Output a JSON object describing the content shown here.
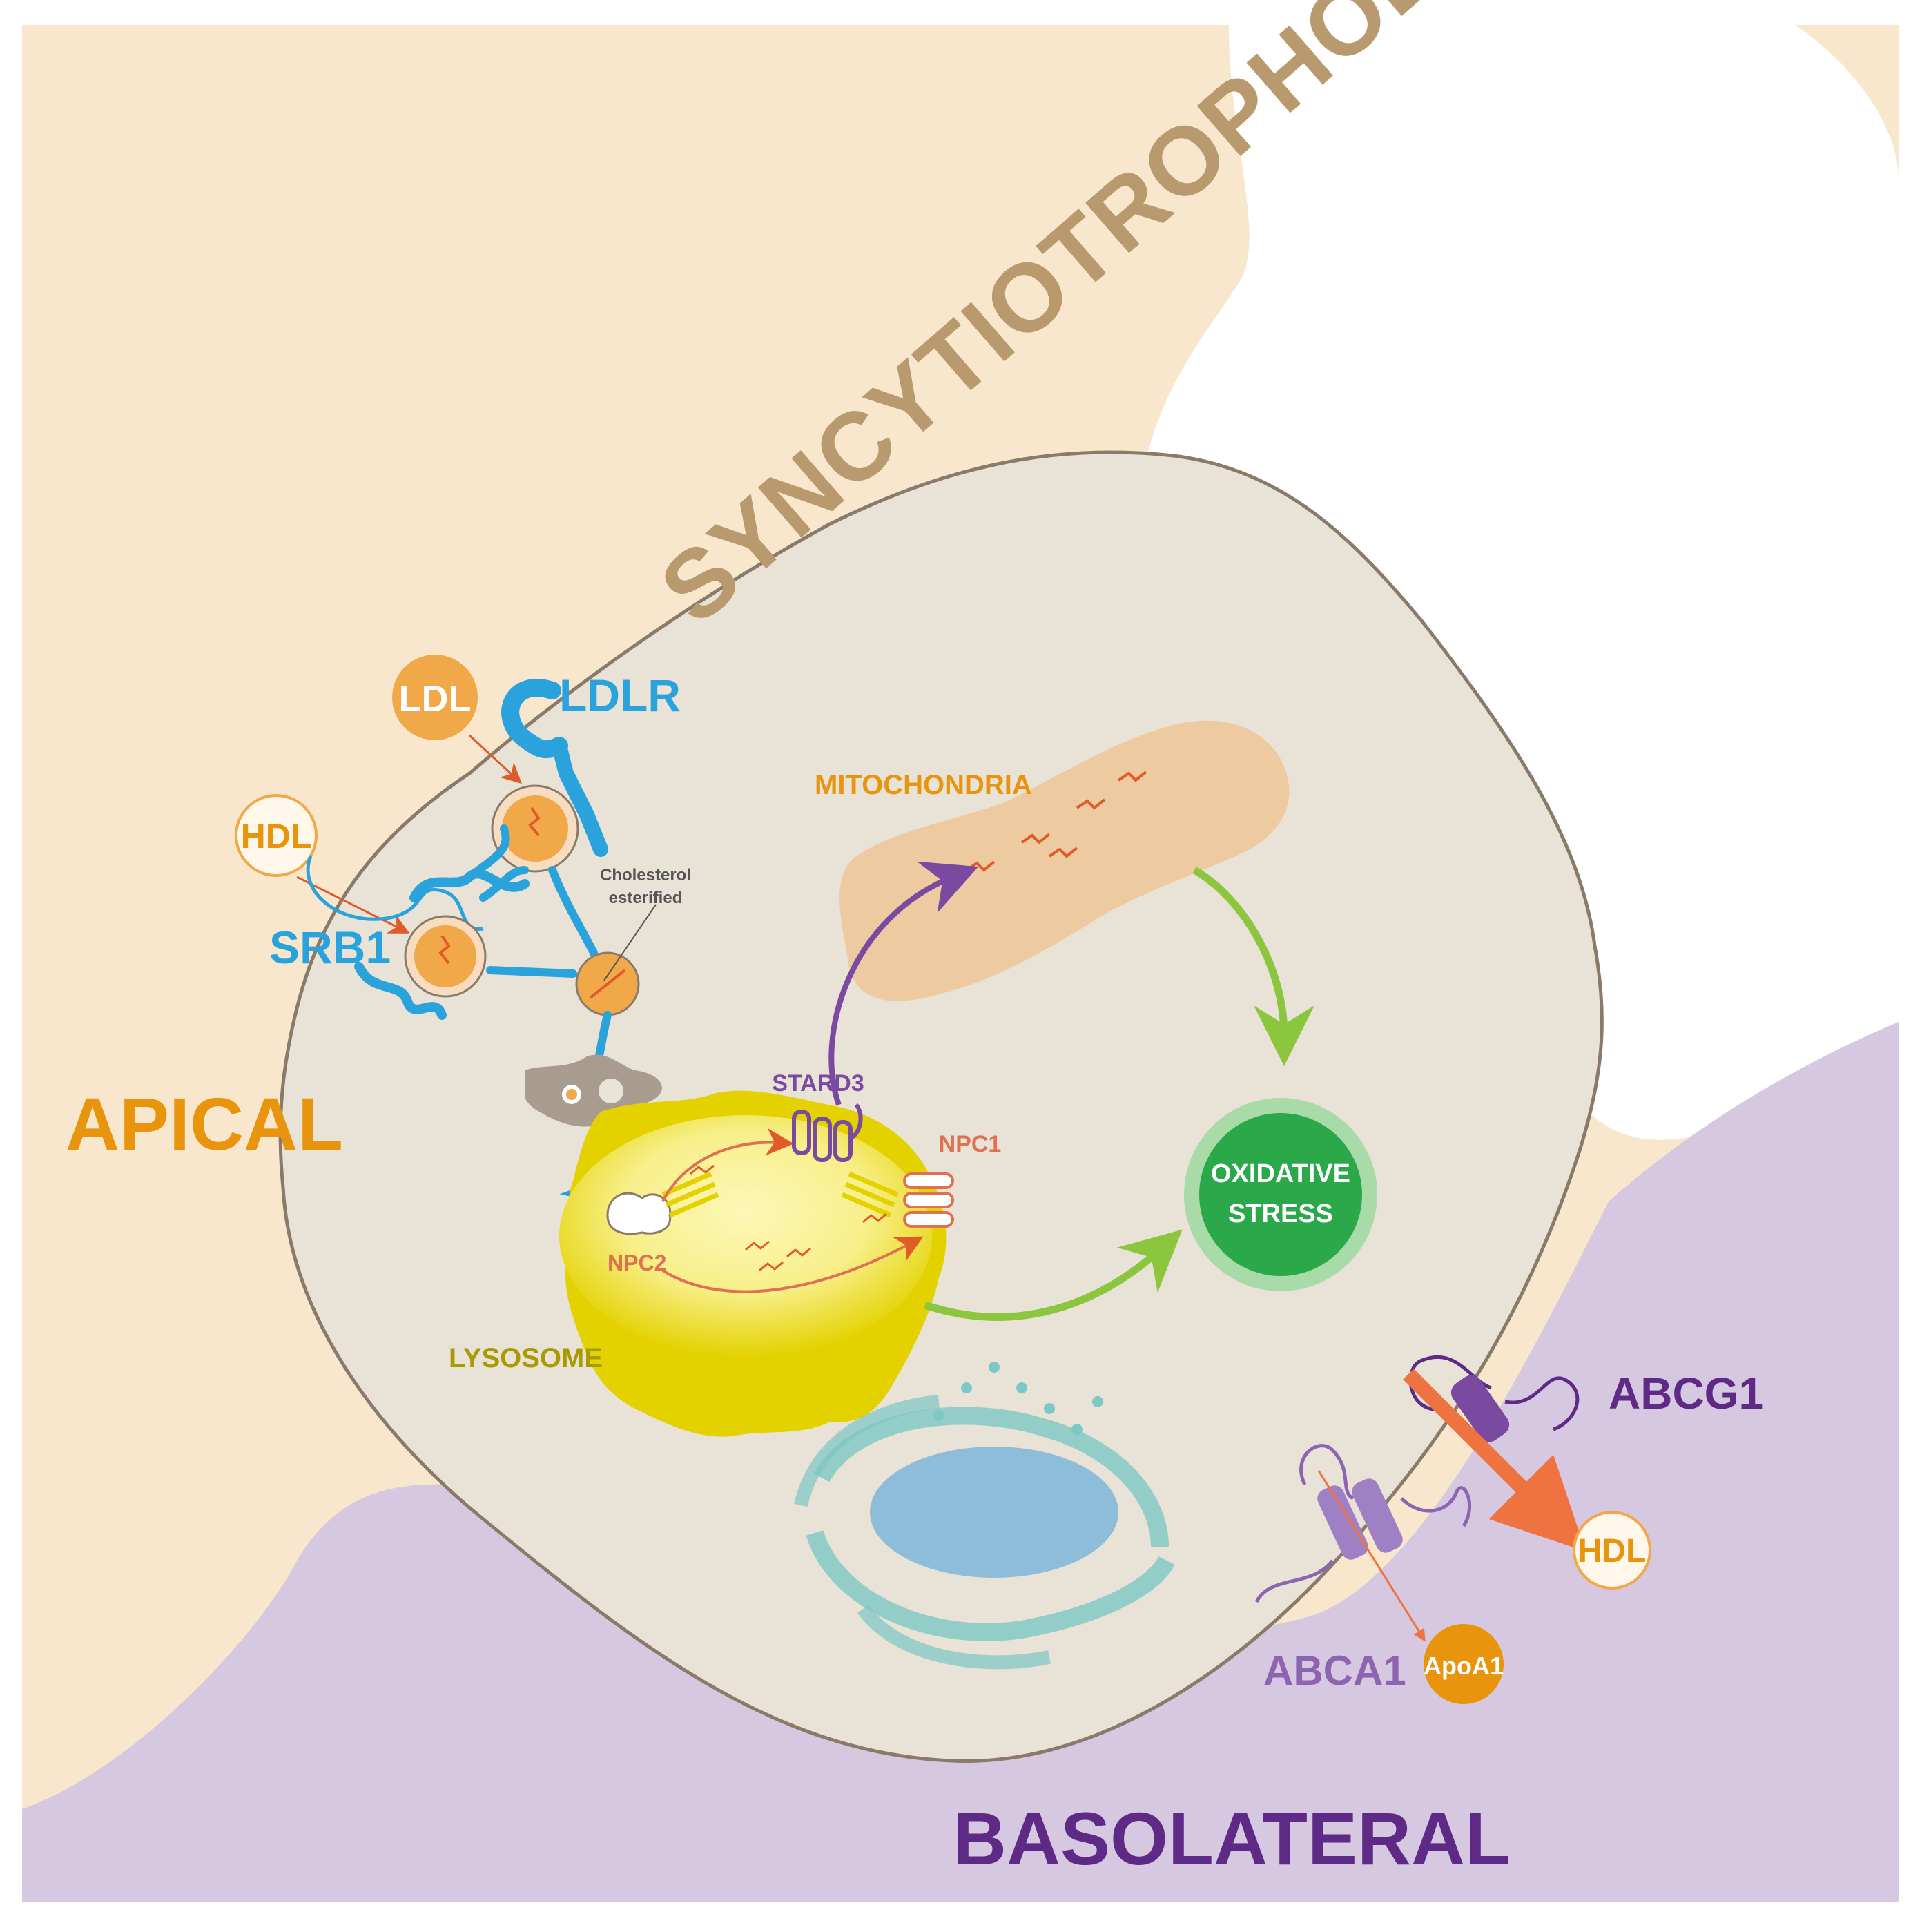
{
  "title": "SYNCYTIOTROPHOBLAST CELL",
  "regions": {
    "apical": "APICAL",
    "basolateral": "BASOLATERAL"
  },
  "organelles": {
    "mitochondria": "MITOCHONDRIA",
    "lysosome": "LYSOSOME",
    "oxidative_stress_line1": "OXIDATIVE",
    "oxidative_stress_line2": "STRESS"
  },
  "receptors": {
    "ldlr": "LDLR",
    "srb1": "SRB1",
    "stard3": "STARD3",
    "npc1": "NPC1",
    "npc2": "NPC2",
    "abcg1": "ABCG1",
    "abca1": "ABCA1"
  },
  "lipoproteins": {
    "ldl": "LDL",
    "hdl_apical": "HDL",
    "hdl_basolateral": "HDL",
    "apoa1": "ApoA1"
  },
  "annotations": {
    "cholesterol_line1": "Cholesterol",
    "cholesterol_line2": "esterified"
  },
  "colors": {
    "apical_bg": "#f9e7cd",
    "basolateral_bg": "#d5c8e0",
    "cell_fill": "#e9e2d6",
    "cell_outline": "#8a7a6a",
    "title": "#b89a6e",
    "apical_text": "#e8940c",
    "basolateral_text": "#5e2a86",
    "receptor_blue": "#2aa3dc",
    "lipoprotein_orange": "#f0a848",
    "cholesterol_red": "#e05a2a",
    "transporter_purple": "#7a4aa0",
    "abca1_text": "#8c64b0",
    "lysosome_yellow": "#e3d200",
    "mitochondria": "#eec89a",
    "green_arrow": "#8cc63e",
    "oxidative_green": "#2aa84a",
    "er_teal": "#7cc8c4"
  }
}
